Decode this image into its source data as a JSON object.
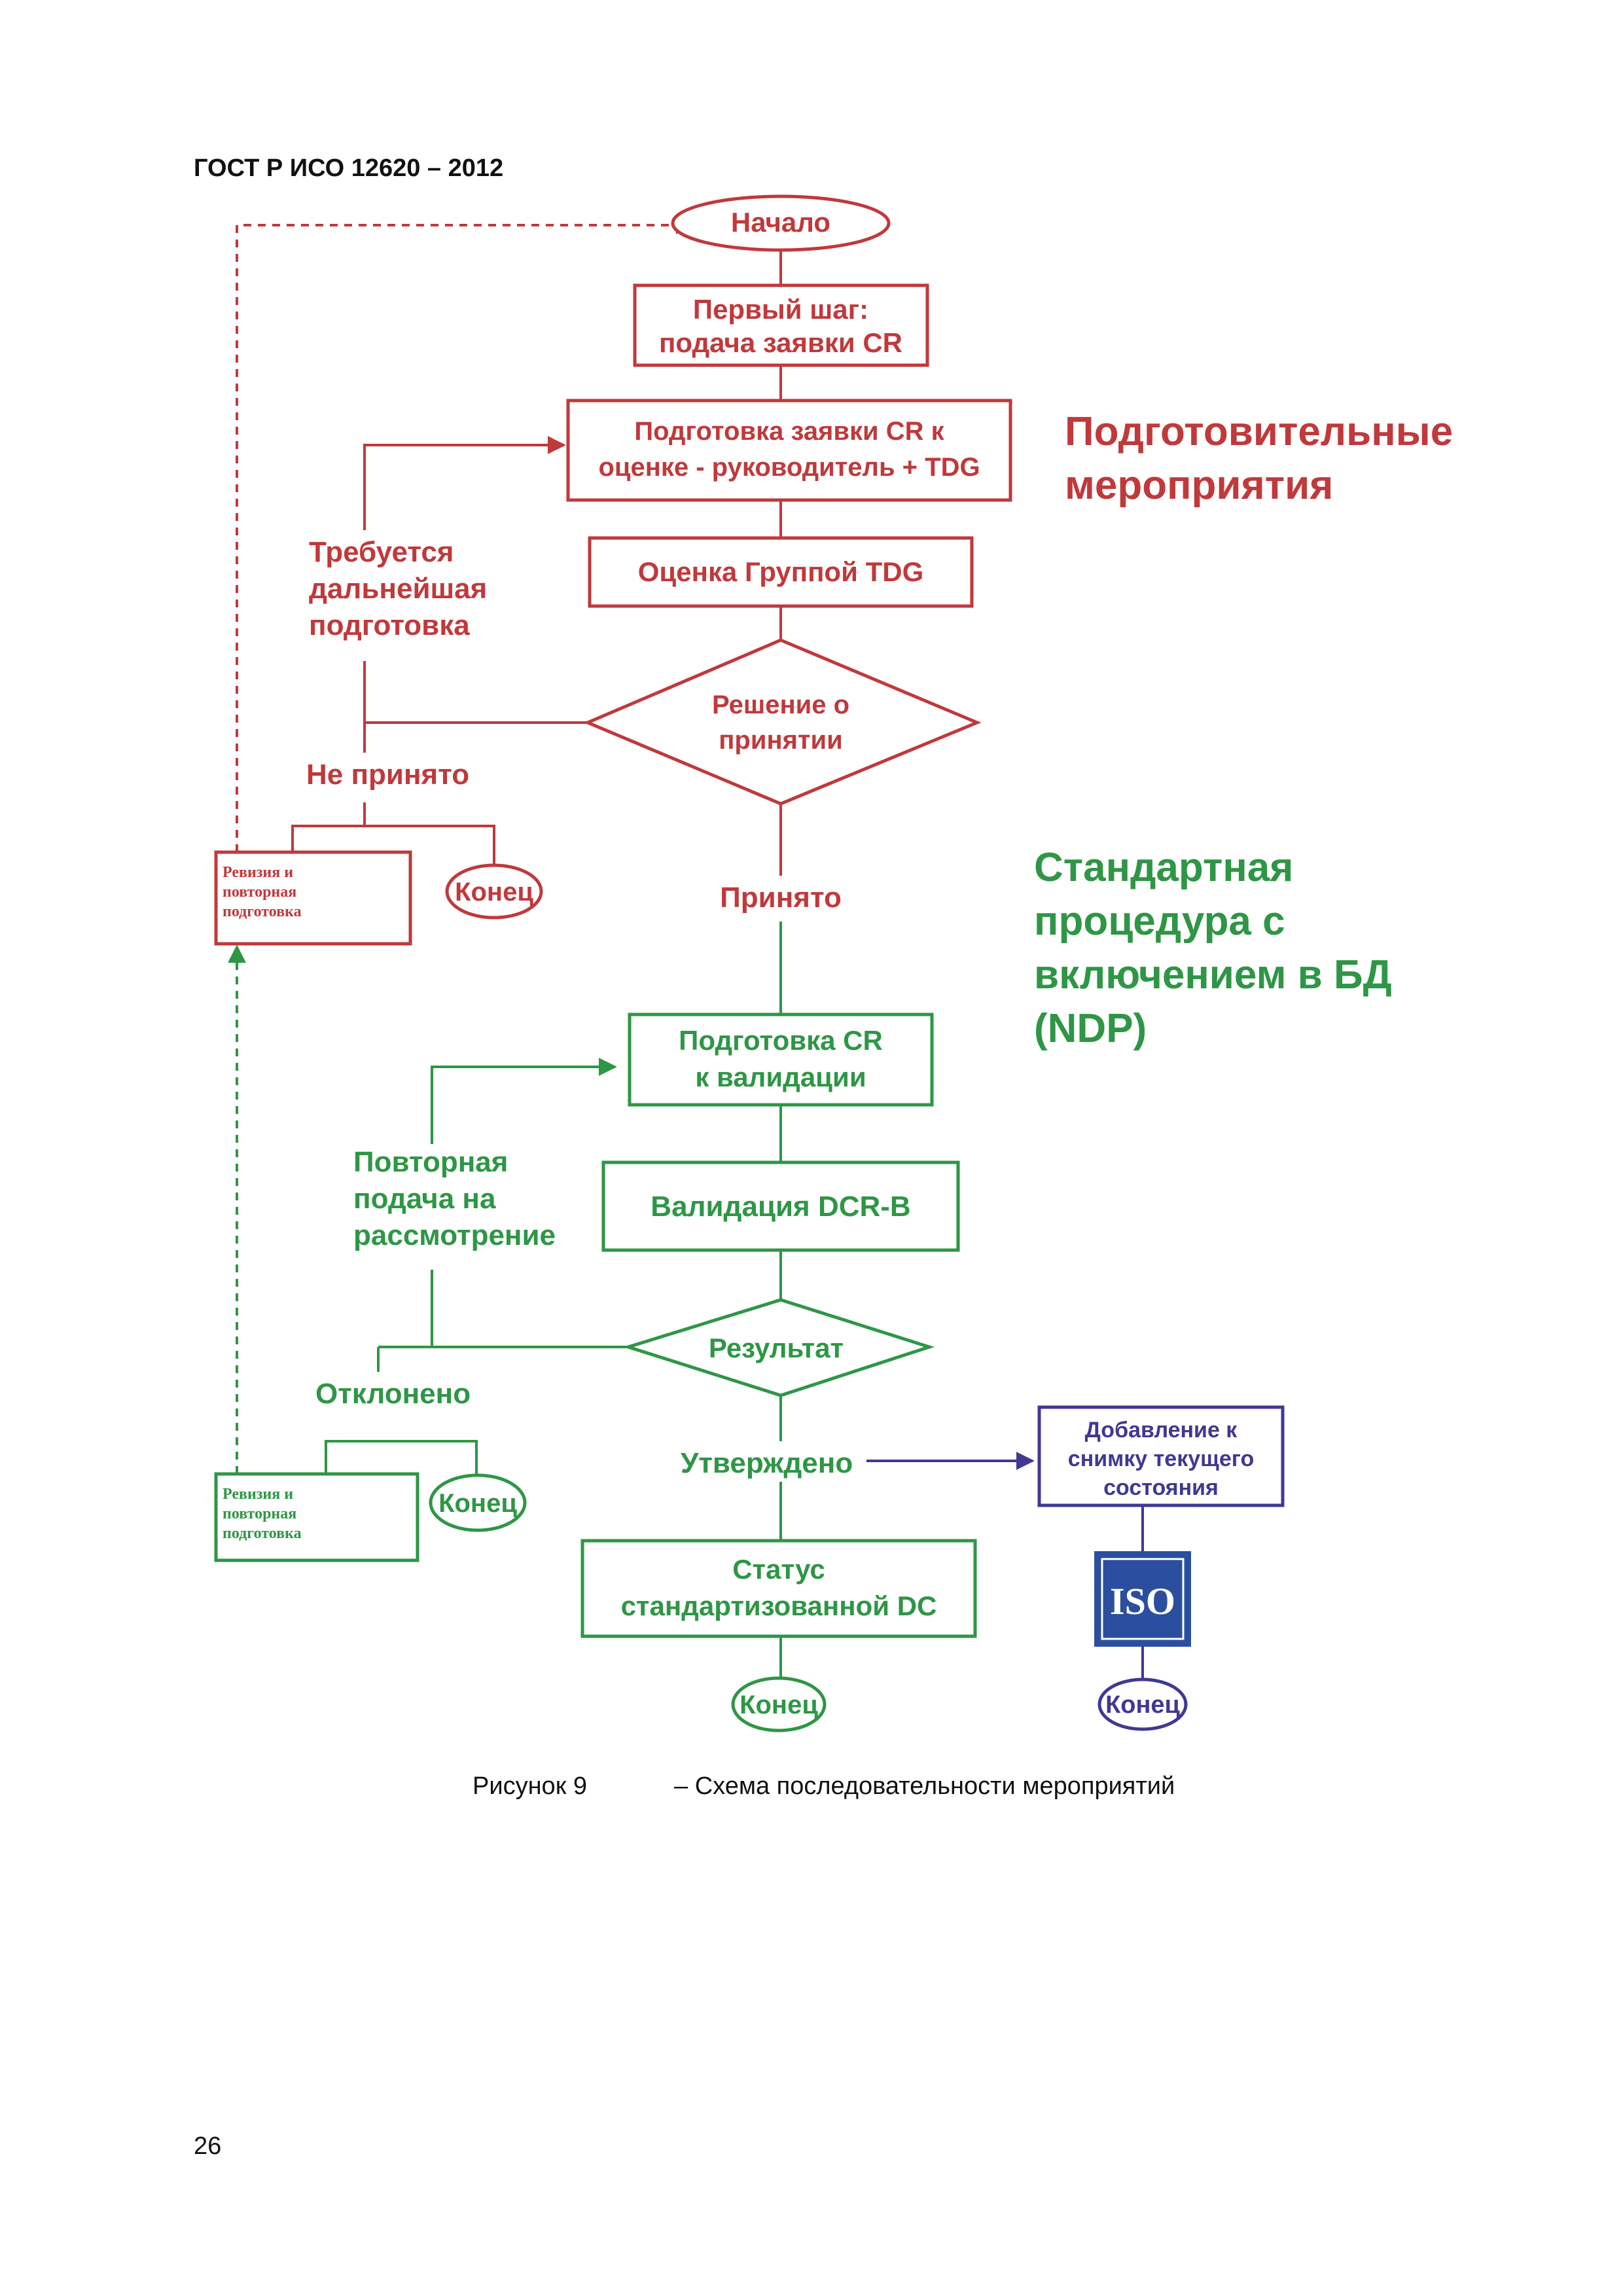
{
  "document": {
    "header": "ГОСТ Р ИСО 12620 – 2012",
    "page_number": "26",
    "caption_label": "Рисунок 9",
    "caption_text": "– Схема последовательности мероприятий"
  },
  "colors": {
    "red": "#c0393b",
    "green": "#2e9645",
    "blue": "#3f3993",
    "iso_blue": "#2b4f9e"
  },
  "diagram": {
    "start": "Начало",
    "first_step": [
      "Первый шаг:",
      "подача заявки CR"
    ],
    "prep_cr": [
      "Подготовка заявки CR к",
      "оценке - руководитель + TDG"
    ],
    "tdg_eval": "Оценка Группой TDG",
    "decision": [
      "Решение о",
      "принятии"
    ],
    "further_prep": [
      "Требуется",
      "дальнейшая",
      "подготовка"
    ],
    "not_accepted": "Не принято",
    "revision_red": [
      "Ревизия и",
      "повторная",
      "подготовка"
    ],
    "end_red": "Конец",
    "accepted": "Принято",
    "prep_section": [
      "Подготовительные",
      "мероприятия"
    ],
    "standard_section": [
      "Стандартная",
      "процедура с",
      "включением в БД",
      "(NDP)"
    ],
    "prep_validation": [
      "Подготовка CR",
      "к валидации"
    ],
    "validation": "Валидация DCR-B",
    "resubmit": [
      "Повторная",
      "подача на",
      "рассмотрение"
    ],
    "result": "Результат",
    "rejected": "Отклонено",
    "revision_green": [
      "Ревизия и",
      "повторная",
      "подготовка"
    ],
    "end_green_left": "Конец",
    "approved": "Утверждено",
    "status_dc": [
      "Статус",
      "стандартизованной DC"
    ],
    "end_green_bottom": "Конец",
    "snapshot": [
      "Добавление к",
      "снимку текущего",
      "состояния"
    ],
    "iso_logo": "ISO",
    "end_blue": "Конец"
  }
}
